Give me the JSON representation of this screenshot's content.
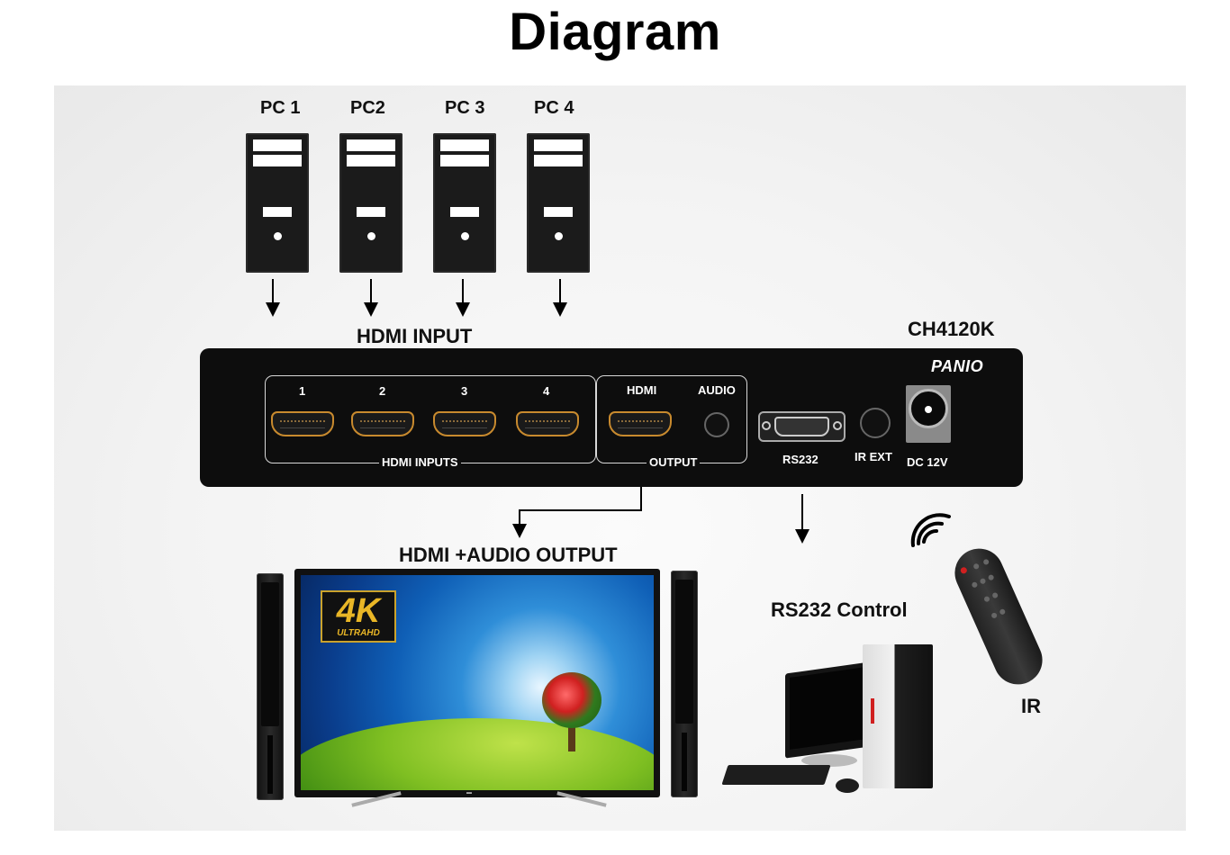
{
  "title": "Diagram",
  "sources": [
    {
      "label": "PC 1"
    },
    {
      "label": "PC2"
    },
    {
      "label": "PC 3"
    },
    {
      "label": "PC 4"
    }
  ],
  "hdmi_input_label": "HDMI INPUT",
  "model": "CH4120K",
  "device": {
    "brand": "PANIO",
    "inputs_caption": "HDMI INPUTS",
    "input_ports": [
      "1",
      "2",
      "3",
      "4"
    ],
    "output_caption": "OUTPUT",
    "output_hdmi": "HDMI",
    "output_audio": "AUDIO",
    "rs232": "RS232",
    "ir_ext": "IR EXT",
    "dc": "DC 12V"
  },
  "tv": {
    "badge_main": "4K",
    "badge_sub": "ULTRAHD"
  },
  "hdmi_audio_output_label": "HDMI +AUDIO OUTPUT",
  "rs232_control_label": "RS232 Control",
  "ir_label": "IR",
  "colors": {
    "device_body": "#0d0d0d",
    "hdmi_port_accent": "#c88a2e",
    "badge_gold": "#e9b626"
  },
  "icons": [
    "pc-tower-icon",
    "hdmi-port-icon",
    "audio-jack-icon",
    "db9-port-icon",
    "ir-jack-icon",
    "dc-socket-icon",
    "tv-icon",
    "speaker-icon",
    "desktop-computer-icon",
    "remote-control-icon",
    "wireless-signal-icon",
    "arrow-down-icon"
  ]
}
